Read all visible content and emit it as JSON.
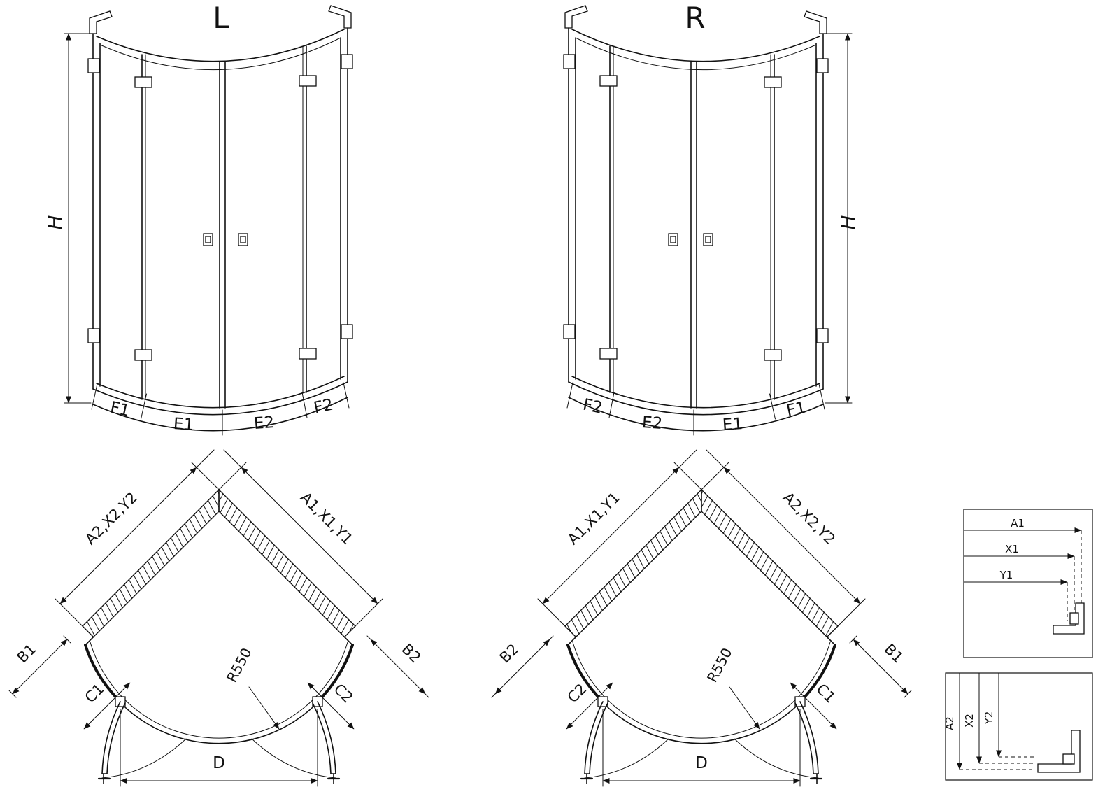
{
  "colors": {
    "background": "#ffffff",
    "line": "#111111"
  },
  "left_elevation": {
    "title": "L",
    "height_label": "H",
    "bottom_labels": [
      "F1",
      "E1",
      "E2",
      "F2"
    ]
  },
  "right_elevation": {
    "title": "R",
    "height_label": "H",
    "bottom_labels": [
      "F2",
      "E2",
      "E1",
      "F1"
    ]
  },
  "left_plan": {
    "left_wall_label": "A2,X2,Y2",
    "right_wall_label": "A1,X1,Y1",
    "left_outer_label": "B1",
    "right_outer_label": "B2",
    "left_inner_label": "C1",
    "right_inner_label": "C2",
    "radius_label": "R550",
    "opening_label": "D"
  },
  "right_plan": {
    "left_wall_label": "A1,X1,Y1",
    "right_wall_label": "A2,X2,Y2",
    "left_outer_label": "B2",
    "right_outer_label": "B1",
    "left_inner_label": "C2",
    "right_inner_label": "C1",
    "radius_label": "R550",
    "opening_label": "D"
  },
  "detail_horizontal": {
    "labels": [
      "A1",
      "X1",
      "Y1"
    ]
  },
  "detail_vertical": {
    "labels": [
      "A2",
      "X2",
      "Y2"
    ]
  }
}
